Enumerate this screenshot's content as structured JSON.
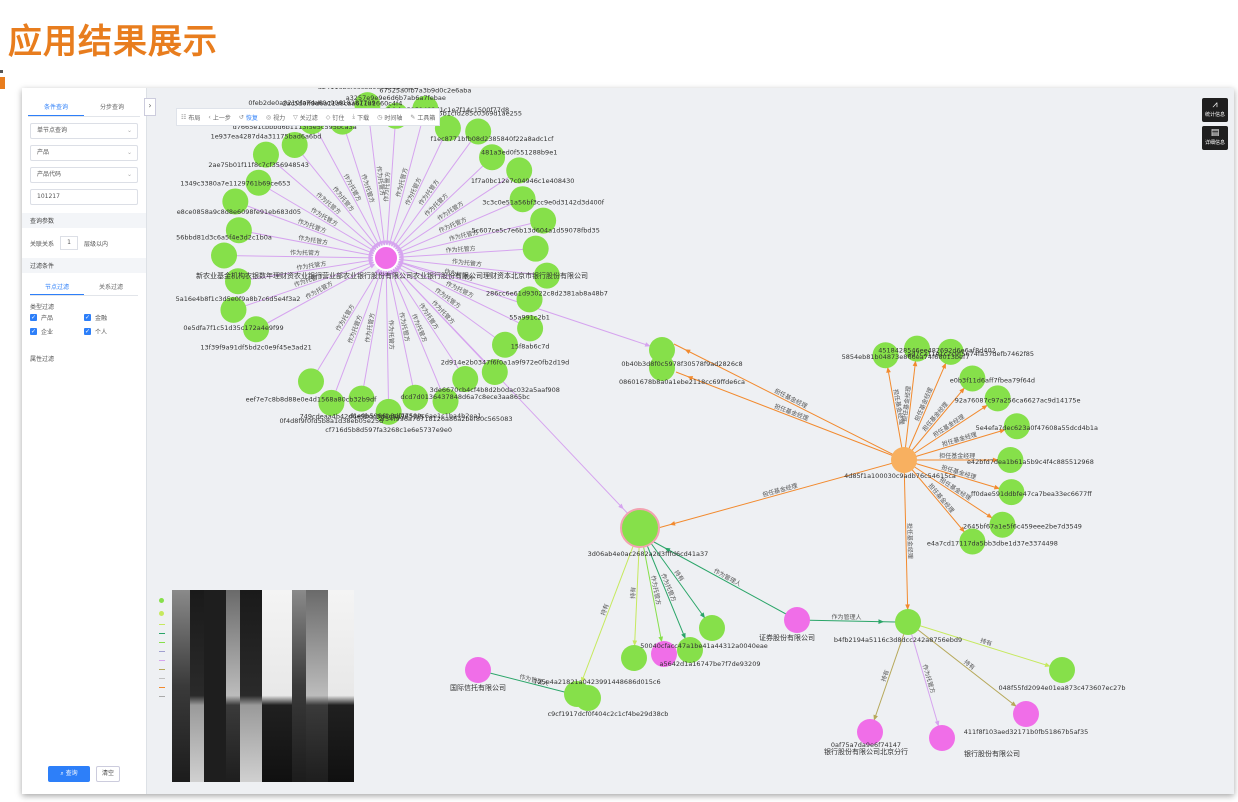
{
  "page": {
    "title": "应用结果展示"
  },
  "colors": {
    "company_node": "#86e04a",
    "person_node": "#f06ee8",
    "orange_node": "#f8b060",
    "edge_pink": "#d6a4ef",
    "edge_orange": "#f28a2e",
    "edge_green": "#2aa568",
    "edge_lime": "#c6e95e",
    "edge_olive": "#b6a85a",
    "accent": "#2d7ff9"
  },
  "left_panel": {
    "tabs": [
      "条件查询",
      "分步查询"
    ],
    "active_tab": 0,
    "fields": [
      {
        "value": "单节点查询"
      },
      {
        "value": "产品"
      },
      {
        "value": "产品代码"
      },
      {
        "value": "101217"
      }
    ],
    "query_params_title": "查询参数",
    "relation_label": "关联关系",
    "hop_value": "1",
    "hop_suffix": "层级以内",
    "filter_title": "过滤条件",
    "filter_tabs": [
      "节点过滤",
      "关系过滤"
    ],
    "type_filter_label": "类型过滤",
    "type_checks": [
      "产品",
      "金融",
      "企业",
      "个人"
    ],
    "attr_filter_label": "属性过滤",
    "search_button": "查询",
    "clear_button": "清空"
  },
  "toolbar": {
    "items": [
      {
        "icon": "layout-icon",
        "glyph": "☷",
        "label": "布局"
      },
      {
        "icon": "back-icon",
        "glyph": "‹",
        "label": "上一步"
      },
      {
        "icon": "restore-icon",
        "glyph": "↺",
        "label": "恢复"
      },
      {
        "icon": "target-icon",
        "glyph": "◎",
        "label": "视力"
      },
      {
        "icon": "filter-icon",
        "glyph": "▽",
        "label": "关过滤"
      },
      {
        "icon": "mark-icon",
        "glyph": "◇",
        "label": "钉住"
      },
      {
        "icon": "download-icon",
        "glyph": "⤓",
        "label": "下载"
      },
      {
        "icon": "time-icon",
        "glyph": "◷",
        "label": "时间轴"
      },
      {
        "icon": "tools-icon",
        "glyph": "✎",
        "label": "工具箱"
      }
    ],
    "active_index": 2
  },
  "side_buttons": [
    {
      "icon": "stats-icon",
      "glyph": "⩘",
      "label": "统计信息"
    },
    {
      "icon": "detail-icon",
      "glyph": "▤",
      "label": "详细信息"
    }
  ],
  "graph": {
    "labels": {
      "hub1": "新农业基金机构农银数年理财资农业银行营业部农业银行股份有限公司农业银行股份有限公司理财资本北京市银行股份有限公司",
      "hub2": "4d85f1a100030c9adb76c54615ca",
      "hub3": "3d06ab4e0ac2682a2d3fffd6cd41a37",
      "hub4": "b4fb2194a5116c3d8dcc242a8756ebd9",
      "mid1a": "0b40b3d8f0c5978f30578f9ad2826c8",
      "mid1b": "08601678b8a0a1ebe2118cc69ffde6ca",
      "p_center": "证券股份有限公司",
      "p_left": "国际信托有限公司",
      "p_bottom1": "银行股份有限公司北京分行",
      "p_bottom2": "银行股份有限公司",
      "c_left": "c9cf1917dcf0f404c2c1cf4be29d38cb",
      "c_a": "725e4a21821a0423991448686d015c6",
      "c_b": "50040cfacc47a1be41a44312a0040eae",
      "c_c": "a5642d1a16747be7f7de93209",
      "c_right": "048f55fd2094e01ea873c473607ec27b",
      "c_br": "411f8f103aed32171b0fb51867b5af35",
      "c_bl": "0af75a7da9e6f74147"
    },
    "edge_labels": {
      "agency": "作为托管方",
      "fund_manager": "担任基金经理",
      "manager_role": "作为管理人",
      "holds": "持有"
    },
    "hub1_satellites": [
      "13f39f9a91df5bd2c0e9f45e3ad21",
      "0e5dfa7f1c51d35c172a4e9f99",
      "5a16e4b8f1c3d5e0f9a8b7c6d5e4f3a2",
      "56bbd81d3c6a5f4e3d2c1b0a",
      "e8ce0858a9c8d8e6098fe91eb683d05",
      "1349c3380a7e1129761b69ce653",
      "2ae75b01f11f8c7cf356948543",
      "1e937ea4287d4a31175bad6a6bd",
      "d7665e1cbbbd6b1113f5e5c595bca3a",
      "0feb2de0a0210fa7da60c90618287709",
      "2ac5d0ff9d6a11a8caa611a1660c4f4",
      "d24116befc6c3a9e6ae1166ae",
      "a3257e9e9e6d6b7ab6a7febae",
      "67525a0fb7a3b9d0c2e6aba",
      "5debc5151482d1c1e7f14c1500f77d8",
      "d5b1cfd285c0369d1ae255",
      "f1ec8771bfb08d2385840f22a8adc1cf",
      "481a3ed0f551288b9e1",
      "1f7a0bc12e7c04946c1e408430",
      "3c3c0e51a56bf3cc9e0d3142d3d400f",
      "5c607ce5c7e6b13d604a1d59078fbd35",
      "286cc6e61d93022c8d2381ab8a48b7",
      "55a991c2b1",
      "15f8ab6c7d",
      "2d914e2b0347f6f0a1a9f972e0fb2d19d",
      "3de6670cb4cf4b8d2b0dac032a5aaf908",
      "dcd7d0136437848d6a7c8ece3aa865bc",
      "2f54f996a76718126a86a2bef80c565083",
      "d1e0b5986b8df7750ec6ae1c1ba4b2ea1",
      "cf716d5b8d597fa3268c1e6e5737e9e0",
      "749cdeaa4b42d6e9bdc3d1c5a9653f5",
      "0f4d8f9f0fd5b8a1d38eb05e25d",
      "eef7e7c8b8d88e0e4d1568a80cb32b9df"
    ],
    "hub2_satellites": [
      "5854eb81b04873e866ea74f68013bef7",
      "4518428546ee482692d6e6af8d402",
      "ad7c211e1c2c9f5674fa37defb7462f85",
      "e0b3f11d6aff7fbea79f64d",
      "92a76087c97a256ca6627ac9d14175e",
      "5e4efa7dec623a0f47608a55dcd4b1a",
      "e42bfd7dea1b61a5b9c4f4c885512968",
      "ff0dae591ddbfe47ca7bea33ec6677ff",
      "2645bf67a1e5f6c459eee2be7d3549",
      "e4a7cd17117da5bb3dbe1d37e3374498"
    ]
  }
}
